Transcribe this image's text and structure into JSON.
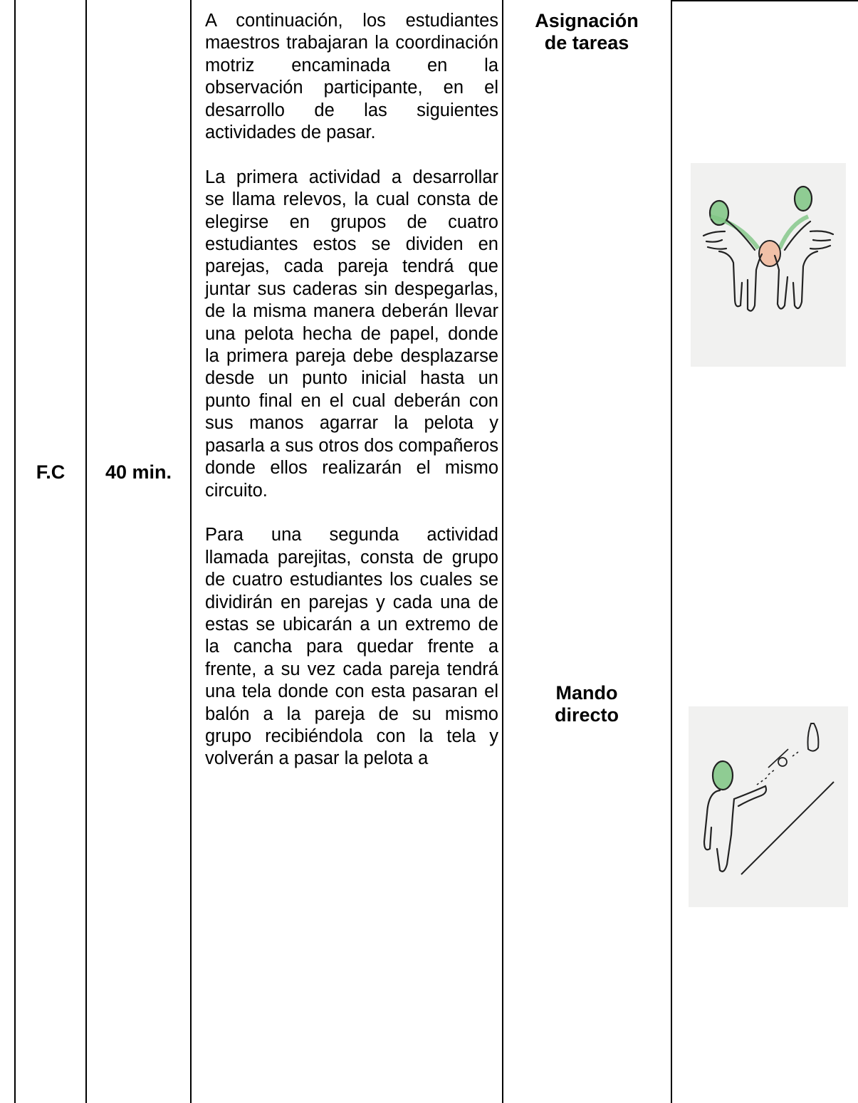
{
  "row": {
    "phase": "F.C",
    "time": "40 min.",
    "description": [
      "A continuación, los estudiantes maestros trabajaran la coordinación motriz encaminada en la observación participante, en el desarrollo de las siguientes actividades de pasar.",
      "La primera actividad a desarrollar se llama relevos, la cual consta de elegirse en grupos de cuatro estudiantes estos se dividen en parejas, cada pareja tendrá que juntar sus caderas sin despegarlas, de la misma manera deberán llevar una pelota hecha de papel, donde la primera pareja debe desplazarse desde un punto inicial hasta un punto final en el cual deberán con sus manos agarrar la pelota y pasarla a sus otros dos compañeros donde ellos realizarán el mismo circuito.",
      "Para una segunda actividad llamada parejitas, consta de grupo de cuatro estudiantes los cuales se dividirán en parejas y cada una de estas se ubicarán a un extremo de la cancha para quedar frente a frente, a su vez cada pareja tendrá una tela donde con esta pasaran el balón a la pareja de su mismo grupo recibiéndola con la tela y volverán a pasar la pelota a"
    ],
    "strategy_1": "Asignación de tareas",
    "strategy_2": "Mando directo"
  },
  "colors": {
    "border": "#000000",
    "figure_bg": "#f1f1f0",
    "head_green": "#78c07e",
    "ball_peach": "#f1c0a7"
  },
  "icons": [
    "pair-passing-ball-illustration",
    "throwing-ball-illustration"
  ]
}
